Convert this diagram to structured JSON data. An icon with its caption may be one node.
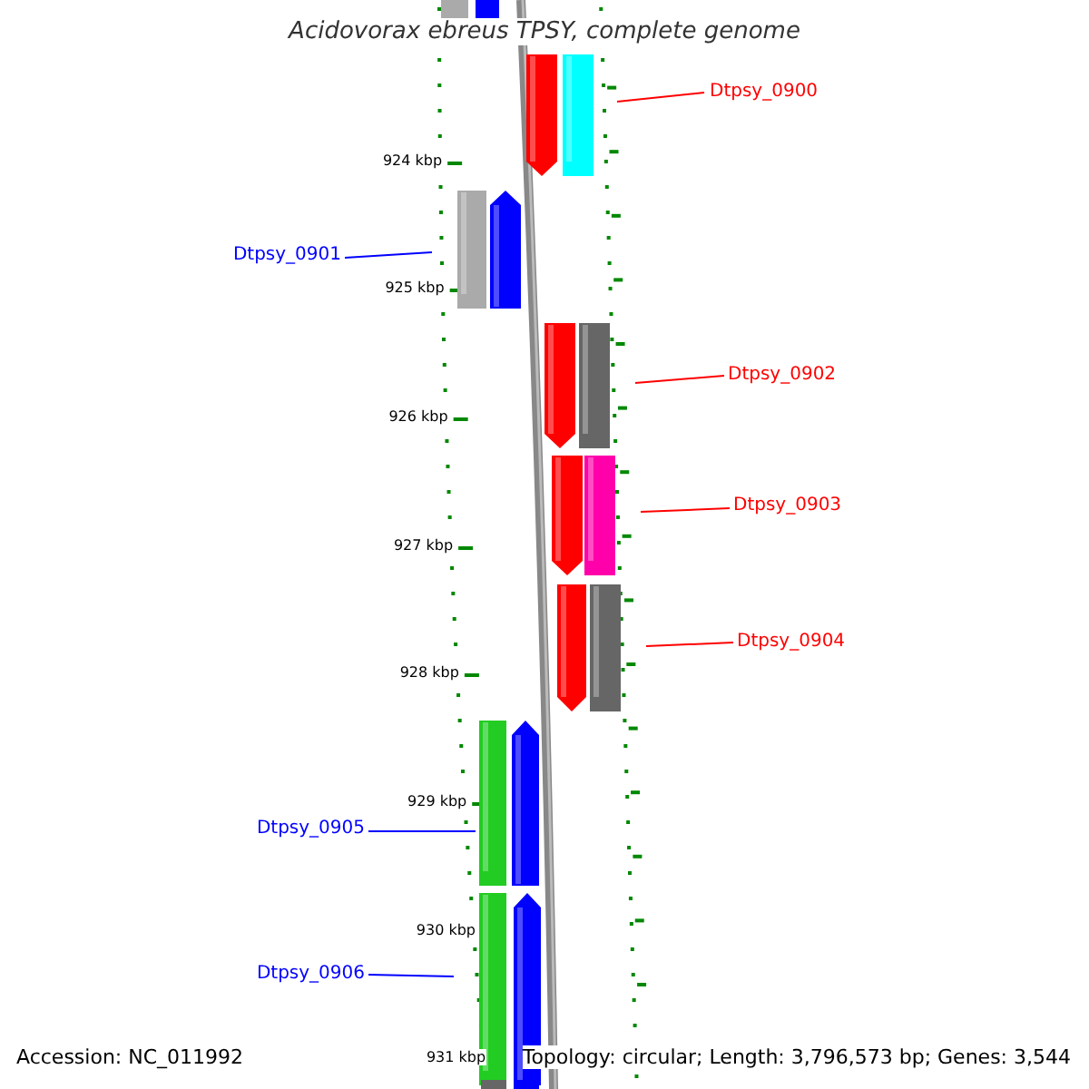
{
  "diagram": {
    "title": "Acidovorax ebreus TPSY, complete genome",
    "nodes": [
      {
        "text": [
          "Dtpsy_0900"
        ]
      },
      {
        "text": [
          "Dtpsy_0901"
        ]
      },
      {
        "text": [
          "Dtpsy_0902"
        ]
      },
      {
        "text": [
          "Dtpsy_0903"
        ]
      },
      {
        "text": [
          "Dtpsy_0904"
        ]
      },
      {
        "text": [
          "Dtpsy_0905"
        ]
      },
      {
        "text": [
          "Dtpsy_0906"
        ]
      }
    ],
    "edges": [
      {
        "from": 0,
        "to": null,
        "arrow": "none"
      },
      {
        "from": 1,
        "to": null,
        "arrow": "none",
        "color": "#0000ff"
      },
      {
        "from": 2,
        "to": null,
        "arrow": "none"
      },
      {
        "from": 3,
        "to": null,
        "arrow": "none"
      },
      {
        "from": 4,
        "to": null,
        "arrow": "none"
      },
      {
        "from": 5,
        "to": null,
        "arrow": "none",
        "color": "#0000ff"
      },
      {
        "from": 6,
        "to": null,
        "arrow": "none",
        "color": "#0000ff"
      }
    ],
    "labels": [
      "924 kbp",
      "925 kbp",
      "926 kbp",
      "927 kbp",
      "928 kbp",
      "929 kbp",
      "930 kbp",
      "931 kbp",
      "Accession: NC_011992",
      "Topology: circular; Length: 3,796,573 bp; Genes: 3,544"
    ]
  }
}
